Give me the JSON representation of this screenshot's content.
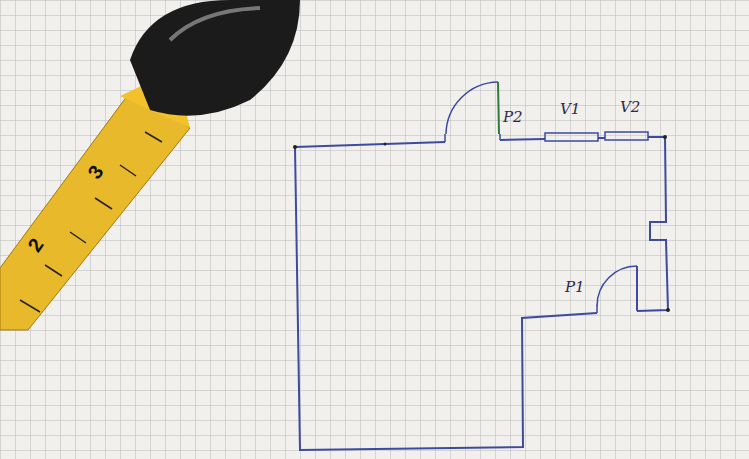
{
  "diagram": {
    "labels": [
      "P2",
      "V1",
      "V2",
      "P1",
      "2",
      "3"
    ]
  }
}
